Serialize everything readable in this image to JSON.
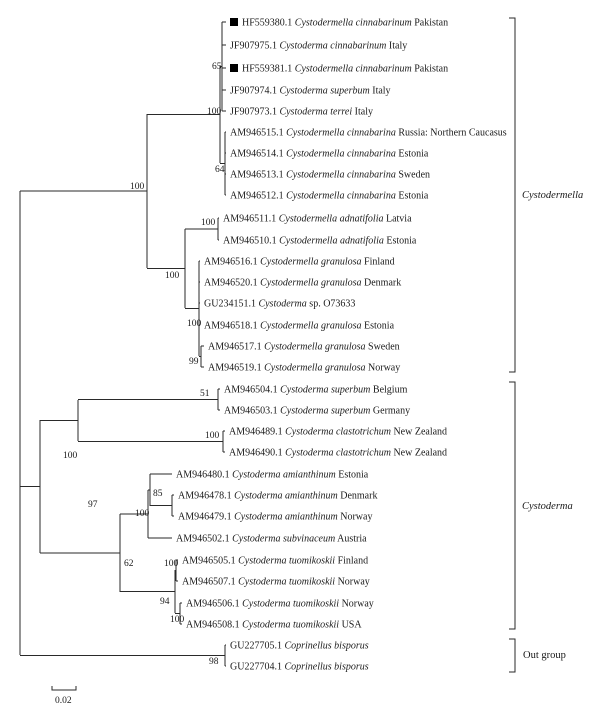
{
  "tree": {
    "leaves": [
      {
        "accession": "HF559380.1",
        "species": "Cystodermella cinnabarinum",
        "locality": "Pakistan",
        "marked": true
      },
      {
        "accession": "JF907975.1",
        "species": "Cystoderma cinnabarinum",
        "locality": "Italy",
        "marked": false
      },
      {
        "accession": "HF559381.1",
        "species": "Cystodermella cinnabarinum",
        "locality": "Pakistan",
        "marked": true
      },
      {
        "accession": "JF907974.1",
        "species": "Cystoderma superbum",
        "locality": "Italy",
        "marked": false
      },
      {
        "accession": "JF907973.1",
        "species": "Cystoderma terrei",
        "locality": "Italy",
        "marked": false
      },
      {
        "accession": "AM946515.1",
        "species": "Cystodermella cinnabarina",
        "locality": "Russia: Northern Caucasus",
        "marked": false
      },
      {
        "accession": "AM946514.1",
        "species": "Cystodermella cinnabarina",
        "locality": "Estonia",
        "marked": false
      },
      {
        "accession": "AM946513.1",
        "species": "Cystodermella cinnabarina",
        "locality": "Sweden",
        "marked": false
      },
      {
        "accession": "AM946512.1",
        "species": "Cystodermella cinnabarina",
        "locality": "Estonia",
        "marked": false
      },
      {
        "accession": "AM946511.1",
        "species": "Cystodermella adnatifolia",
        "locality": "Latvia",
        "marked": false
      },
      {
        "accession": "AM946510.1",
        "species": "Cystodermella adnatifolia",
        "locality": "Estonia",
        "marked": false
      },
      {
        "accession": "AM946516.1",
        "species": "Cystodermella granulosa",
        "locality": "Finland",
        "marked": false
      },
      {
        "accession": "AM946520.1",
        "species": "Cystodermella granulosa",
        "locality": "Denmark",
        "marked": false
      },
      {
        "accession": "GU234151.1",
        "species": "Cystoderma",
        "locality": "sp. O73633",
        "marked": false
      },
      {
        "accession": "AM946518.1",
        "species": "Cystodermella granulosa",
        "locality": "Estonia",
        "marked": false
      },
      {
        "accession": "AM946517.1",
        "species": "Cystodermella granulosa",
        "locality": "Sweden",
        "marked": false
      },
      {
        "accession": "AM946519.1",
        "species": "Cystodermella granulosa",
        "locality": "Norway",
        "marked": false
      },
      {
        "accession": "AM946504.1",
        "species": "Cystoderma superbum",
        "locality": "Belgium",
        "marked": false
      },
      {
        "accession": "AM946503.1",
        "species": "Cystoderma superbum",
        "locality": "Germany",
        "marked": false
      },
      {
        "accession": "AM946489.1",
        "species": "Cystoderma clastotrichum",
        "locality": "New Zealand",
        "marked": false
      },
      {
        "accession": "AM946490.1",
        "species": "Cystoderma clastotrichum",
        "locality": "New Zealand",
        "marked": false
      },
      {
        "accession": "AM946480.1",
        "species": "Cystoderma amianthinum",
        "locality": "Estonia",
        "marked": false
      },
      {
        "accession": "AM946478.1",
        "species": "Cystoderma amianthinum",
        "locality": "Denmark",
        "marked": false
      },
      {
        "accession": "AM946479.1",
        "species": "Cystoderma amianthinum",
        "locality": "Norway",
        "marked": false
      },
      {
        "accession": "AM946502.1",
        "species": "Cystoderma subvinaceum",
        "locality": "Austria",
        "marked": false
      },
      {
        "accession": "AM946505.1",
        "species": "Cystoderma tuomikoskii",
        "locality": "Finland",
        "marked": false
      },
      {
        "accession": "AM946507.1",
        "species": "Cystoderma tuomikoskii",
        "locality": "Norway",
        "marked": false
      },
      {
        "accession": "AM946506.1",
        "species": "Cystoderma tuomikoskii",
        "locality": "Norway",
        "marked": false
      },
      {
        "accession": "AM946508.1",
        "species": "Cystoderma tuomikoskii",
        "locality": "USA",
        "marked": false
      },
      {
        "accession": "GU227705.1",
        "species": "Coprinellus bisporus",
        "locality": "",
        "marked": false
      },
      {
        "accession": "GU227704.1",
        "species": "Coprinellus bisporus",
        "locality": "",
        "marked": false
      }
    ],
    "support_values": [
      "65",
      "100",
      "64",
      "100",
      "100",
      "100",
      "99",
      "51",
      "100",
      "100",
      "97",
      "85",
      "100",
      "62",
      "100",
      "94",
      "100",
      "98",
      "100"
    ],
    "clades": [
      {
        "label": "Cystodermella",
        "italic": true
      },
      {
        "label": "Cystoderma",
        "italic": true
      },
      {
        "label": "Out group",
        "italic": false
      }
    ],
    "scale_bar": {
      "label": "0.02"
    }
  }
}
